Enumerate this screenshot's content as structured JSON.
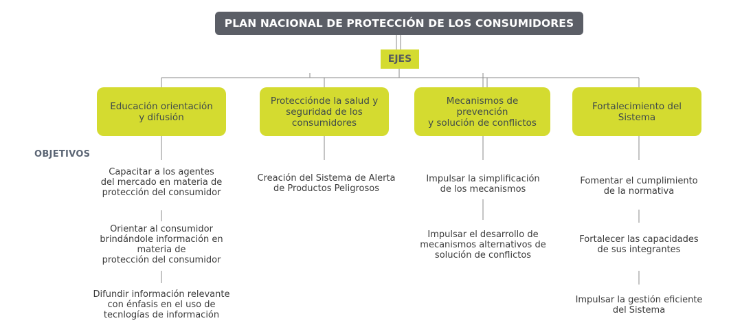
{
  "title": "PLAN NACIONAL DE PROTECCIÓN DE LOS CONSUMIDORES",
  "ejes_label": "EJES",
  "objetivos_label": "OBJETIVOS",
  "axes": [
    {
      "label": "Educación orientación\ny difusión",
      "objectives": [
        "Capacitar a los agentes\ndel mercado en materia de\nprotección del consumidor",
        "Orientar al consumidor\nbrindándole información en\nmateria de\nprotección del consumidor",
        "Difundir información relevante\ncon énfasis en el uso de\ntecnlogías de información"
      ]
    },
    {
      "label": "Protecciónde la salud y\nseguridad de los\nconsumidores",
      "objectives": [
        "Creación del Sistema de Alerta\nde Productos Peligrosos"
      ]
    },
    {
      "label": "Mecanismos de prevención\ny solución de conflictos",
      "objectives": [
        "Impulsar la simplificación\nde los mecanismos",
        "Impulsar el desarrollo de\nmecanismos alternativos de\nsolución de conflictos"
      ]
    },
    {
      "label": "Fortalecimiento del\nSistema",
      "objectives": [
        "Fomentar el cumplimiento\nde la normativa",
        "Fortalecer las capacidades\nde sus integrantes",
        "Impulsar la gestión eficiente\ndel Sistema"
      ]
    }
  ],
  "colors": {
    "title_bg": "#5b5e66",
    "accent": "#d4db30",
    "connector": "#8a8a8a",
    "text": "#3a3a3a",
    "objetivos_label": "#5b6574"
  }
}
